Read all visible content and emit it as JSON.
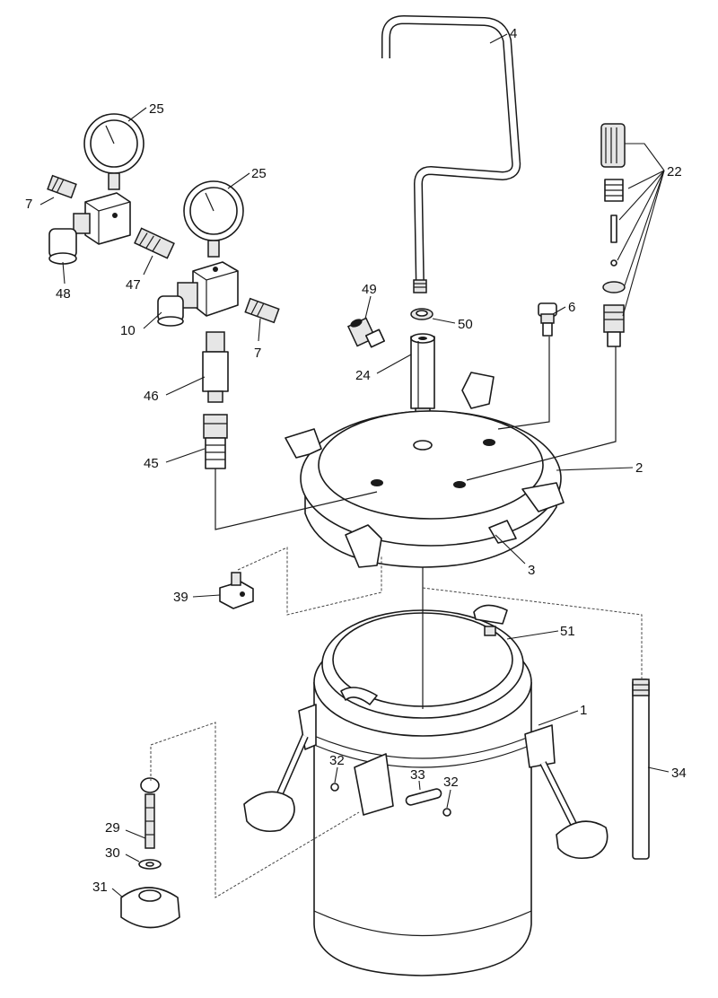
{
  "callouts": {
    "c1": "1",
    "c2": "2",
    "c3": "3",
    "c4": "4",
    "c6": "6",
    "c7a": "7",
    "c7b": "7",
    "c10": "10",
    "c22": "22",
    "c24": "24",
    "c25a": "25",
    "c25b": "25",
    "c29": "29",
    "c30": "30",
    "c31": "31",
    "c32a": "32",
    "c32b": "32",
    "c33": "33",
    "c34": "34",
    "c39": "39",
    "c45": "45",
    "c46": "46",
    "c47": "47",
    "c48": "48",
    "c49": "49",
    "c50": "50",
    "c51": "51"
  }
}
